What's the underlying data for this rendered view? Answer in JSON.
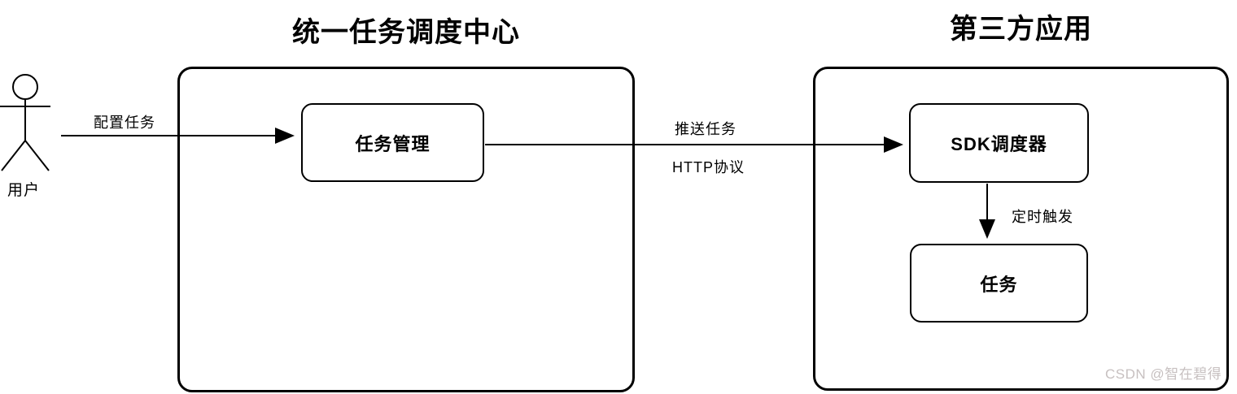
{
  "titles": {
    "scheduler_center": "统一任务调度中心",
    "third_party": "第三方应用"
  },
  "actor": {
    "label": "用户"
  },
  "nodes": {
    "task_management": "任务管理",
    "sdk_scheduler": "SDK调度器",
    "task": "任务"
  },
  "edge_labels": {
    "configure_task": "配置任务",
    "push_task": "推送任务",
    "http_protocol": "HTTP协议",
    "timed_trigger": "定时触发"
  },
  "watermark": "CSDN @智在碧得",
  "colors": {
    "stroke": "#000000",
    "background": "#ffffff",
    "watermark_text": "#c7c0c0"
  }
}
